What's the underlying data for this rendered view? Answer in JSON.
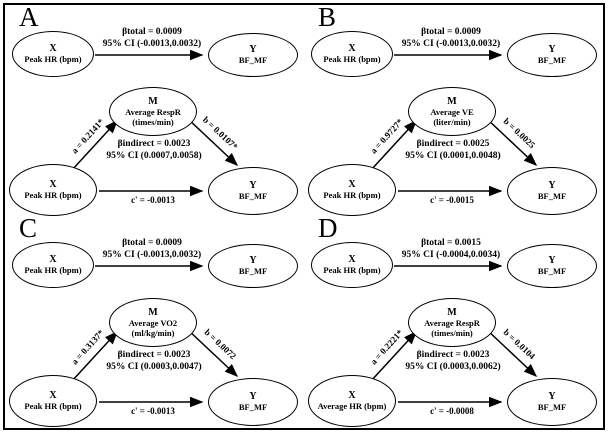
{
  "colors": {
    "ink": "#000000",
    "background": "#ffffff"
  },
  "panels": [
    {
      "label": "A",
      "total": {
        "x_line1": "X",
        "x_line2": "Peak HR (bpm)",
        "y_line1": "Y",
        "y_line2": "BF_MF",
        "beta": "βtotal = 0.0009",
        "ci": "95% CI (-0.0013,0.0032)"
      },
      "mediation": {
        "x_line1": "X",
        "x_line2": "Peak HR (bpm)",
        "m_line1": "M",
        "m_line2": "Average RespR",
        "m_line3": "(times/min)",
        "y_line1": "Y",
        "y_line2": "BF_MF",
        "a_label": "a = 0.2141*",
        "b_label": "b = 0.0107*",
        "c_label": "c' = -0.0013",
        "beta": "βindirect = 0.0023",
        "ci": "95% CI (0.0007,0.0058)"
      }
    },
    {
      "label": "B",
      "total": {
        "x_line1": "X",
        "x_line2": "Peak HR (bpm)",
        "y_line1": "Y",
        "y_line2": "BF_MF",
        "beta": "βtotal = 0.0009",
        "ci": "95% CI (-0.0013,0.0032)"
      },
      "mediation": {
        "x_line1": "X",
        "x_line2": "Peak HR (bpm)",
        "m_line1": "M",
        "m_line2": "Average VE",
        "m_line3": "(liter/min)",
        "a_label": "a = 0.9727*",
        "b_label": "b = 0.0025",
        "c_label": "c' = -0.0015",
        "y_line1": "Y",
        "y_line2": "BF_MF",
        "beta": "βindirect = 0.0025",
        "ci": "95% CI (0.0001,0.0048)"
      }
    },
    {
      "label": "C",
      "total": {
        "x_line1": "X",
        "x_line2": "Peak HR (bpm)",
        "y_line1": "Y",
        "y_line2": "BF_MF",
        "beta": "βtotal = 0.0009",
        "ci": "95% CI (-0.0013,0.0032)"
      },
      "mediation": {
        "x_line1": "X",
        "x_line2": "Peak HR (bpm)",
        "m_line1": "M",
        "m_line2": "Average VO2",
        "m_line3": "(ml/kg/min)",
        "a_label": "a = 0.3137*",
        "b_label": "b = 0.0072",
        "c_label": "c' = -0.0013",
        "y_line1": "Y",
        "y_line2": "BF_MF",
        "beta": "βindirect = 0.0023",
        "ci": "95% CI (0.0003,0.0047)"
      }
    },
    {
      "label": "D",
      "total": {
        "x_line1": "X",
        "x_line2": "Peak HR (bpm)",
        "y_line1": "Y",
        "y_line2": "BF_MF",
        "beta": "βtotal = 0.0015",
        "ci": "95% CI (-0.0004,0.0034)"
      },
      "mediation": {
        "x_line1": "X",
        "x_line2": "Average HR (bpm)",
        "m_line1": "M",
        "m_line2": "Average RespR",
        "m_line3": "(times/min)",
        "a_label": "a = 0.2221*",
        "b_label": "b = 0.0104",
        "c_label": "c' = -0.0008",
        "y_line1": "Y",
        "y_line2": "BF_MF",
        "beta": "βindirect = 0.0023",
        "ci": "95% CI (0.0003,0.0062)"
      }
    }
  ]
}
